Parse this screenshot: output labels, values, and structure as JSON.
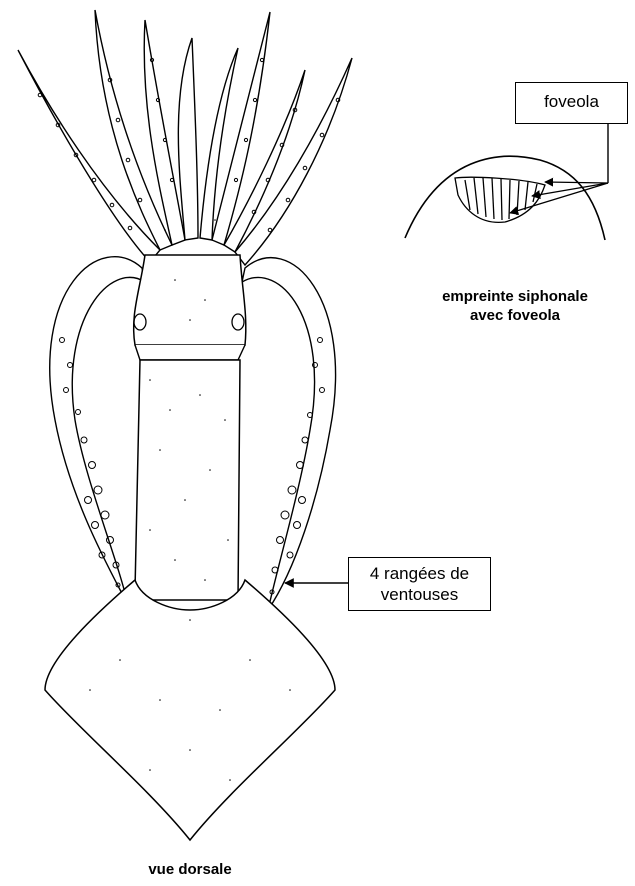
{
  "labels": {
    "foveola": "foveola",
    "suckers_line1": "4 rangées de",
    "suckers_line2": "ventouses"
  },
  "captions": {
    "siphon_line1": "empreinte siphonale",
    "siphon_line2": "avec foveola",
    "main_view": "vue dorsale"
  },
  "colors": {
    "ink": "#000000",
    "paper": "#ffffff"
  }
}
